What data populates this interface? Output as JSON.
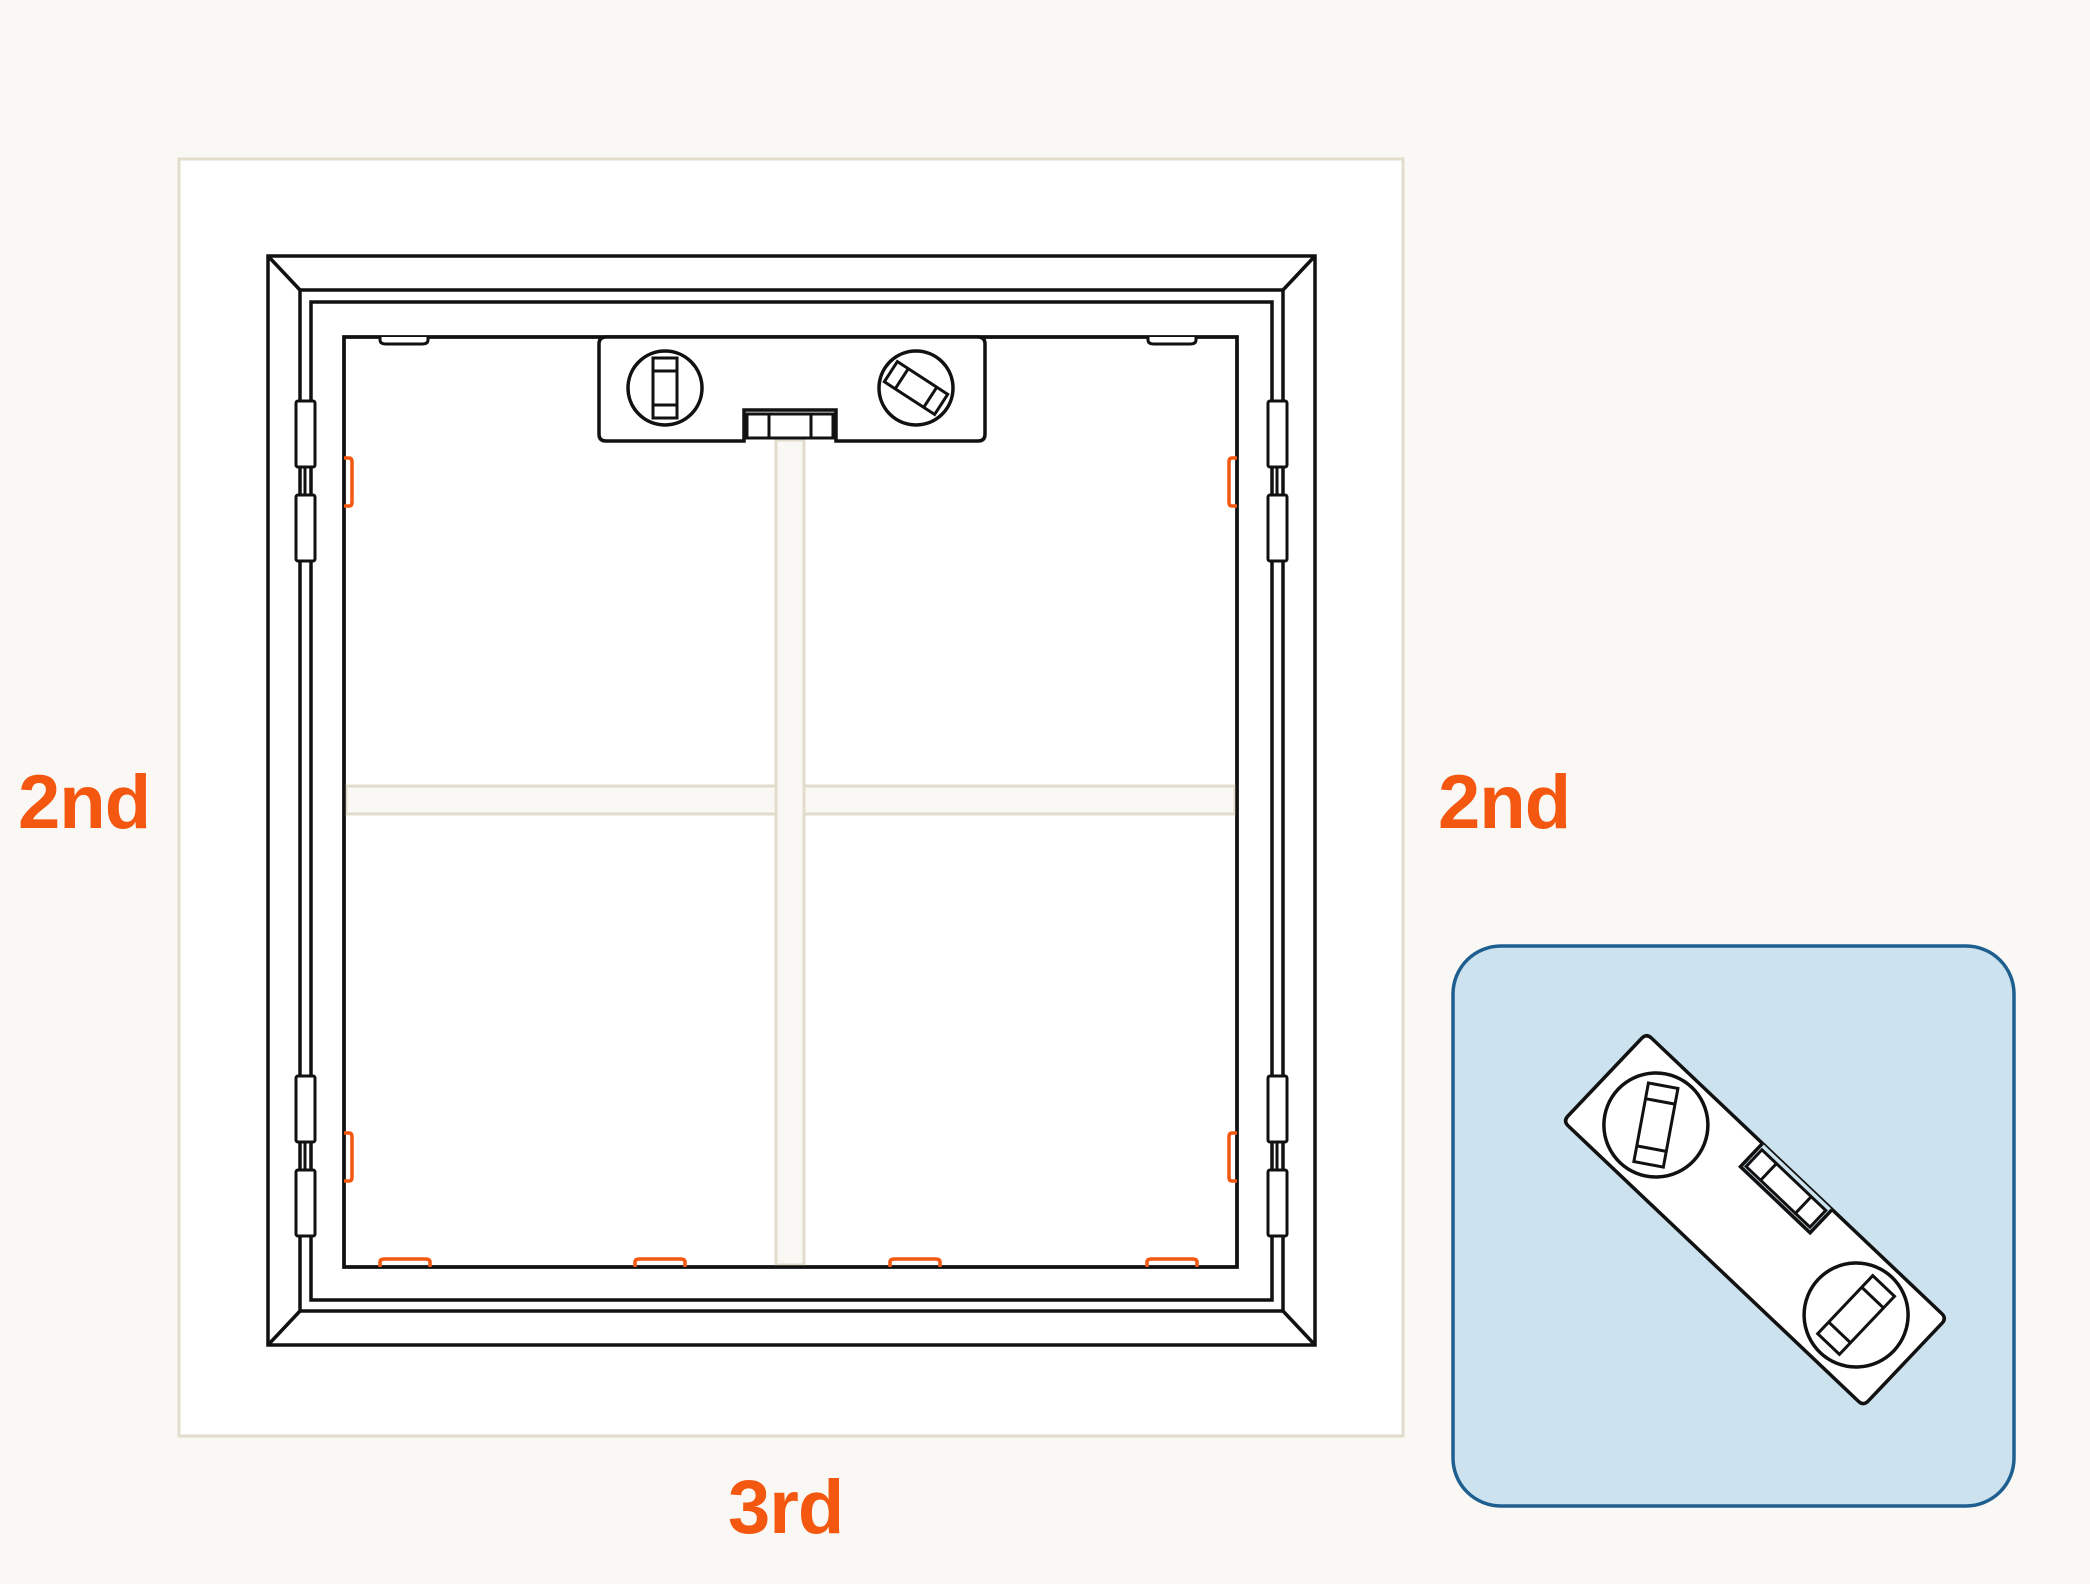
{
  "labels": {
    "left_side": "2nd",
    "right_side": "2nd",
    "bottom_side": "3rd"
  },
  "colors": {
    "background": "#f9f8f4",
    "wall_outline": "#e2dccd",
    "accent_orange": "#f4570f",
    "line": "#111111",
    "inset_fill": "#cce3ef",
    "inset_border": "#1f5f8f"
  },
  "icons": {
    "frame": "picture-frame-back-icon",
    "hanger": "sawtooth-hanger-with-levels-icon",
    "inset": "tilted-level-icon"
  }
}
